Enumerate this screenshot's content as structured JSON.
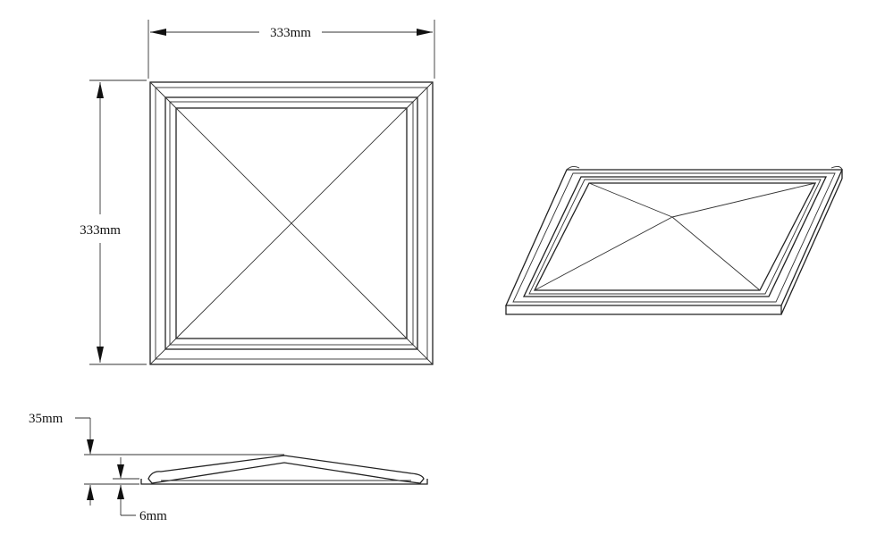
{
  "drawing": {
    "top_view": {
      "width_label": "333mm",
      "height_label": "333mm"
    },
    "section_view": {
      "total_height_label": "35mm",
      "rim_height_label": "6mm"
    },
    "line_color": "#222222",
    "background": "#ffffff"
  }
}
